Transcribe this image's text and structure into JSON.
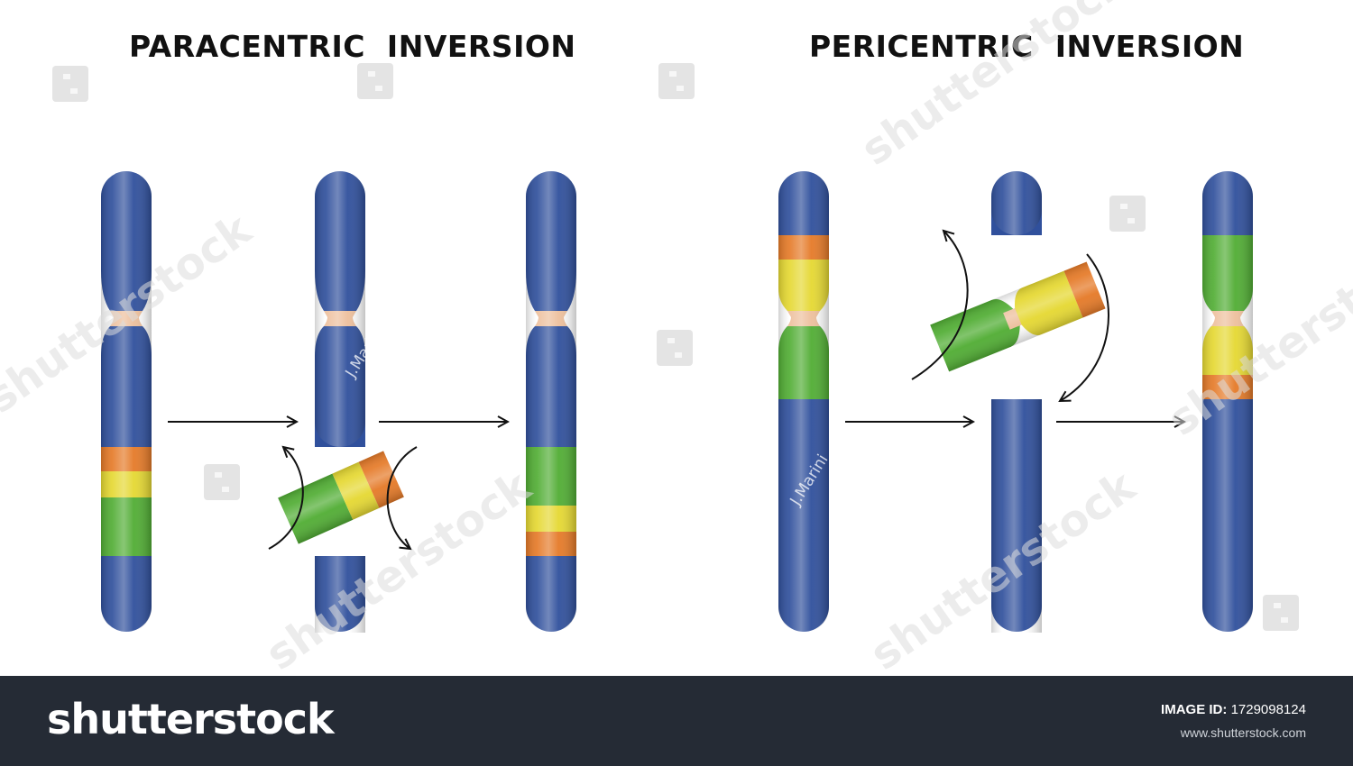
{
  "titles": {
    "paracentric": "PARACENTRIC  INVERSION",
    "pericentric": "PERICENTRIC  INVERSION"
  },
  "signature": "J.Marini",
  "watermark": {
    "text": "shutterstock"
  },
  "footer": {
    "brand": "shutterstock",
    "image_id_label": "IMAGE ID:",
    "image_id": "1729098124",
    "url": "www.shutterstock.com"
  },
  "colors": {
    "chromosome_blue": "#30509c",
    "centromere": "#edbf9c",
    "orange": "#e57a28",
    "yellow": "#e5d832",
    "green": "#51ad34",
    "arrow": "#111111",
    "footer_bg": "#252b35"
  },
  "icons": {
    "watermark_logo": "shutterstock-logo-icon",
    "arrow": "arrow-right-icon",
    "rotation_arrow": "curved-arrow-icon"
  }
}
